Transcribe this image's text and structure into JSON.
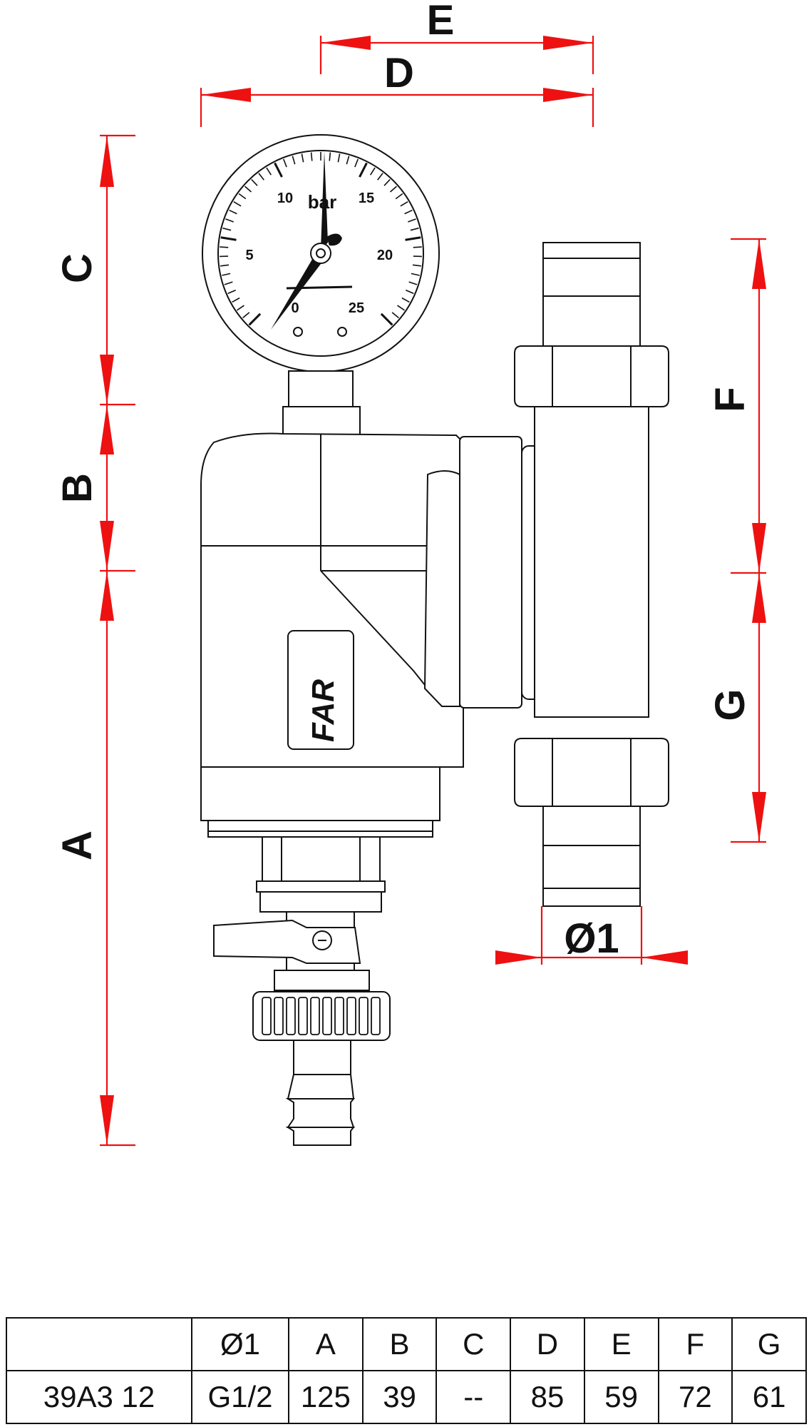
{
  "drawing": {
    "dimension_labels": {
      "A": "A",
      "B": "B",
      "C": "C",
      "D": "D",
      "E": "E",
      "F": "F",
      "G": "G",
      "O1": "Ø1"
    },
    "gauge": {
      "unit": "bar",
      "scale": [
        "0",
        "5",
        "10",
        "15",
        "20",
        "25"
      ]
    },
    "logo_text": "FAR",
    "colors": {
      "dimension": "#e11111",
      "line": "#111111"
    }
  },
  "table": {
    "headers": [
      "",
      "Ø1",
      "A",
      "B",
      "C",
      "D",
      "E",
      "F",
      "G"
    ],
    "rows": [
      [
        "39A3 12",
        "G1/2",
        "125",
        "39",
        "--",
        "85",
        "59",
        "72",
        "61"
      ]
    ]
  }
}
